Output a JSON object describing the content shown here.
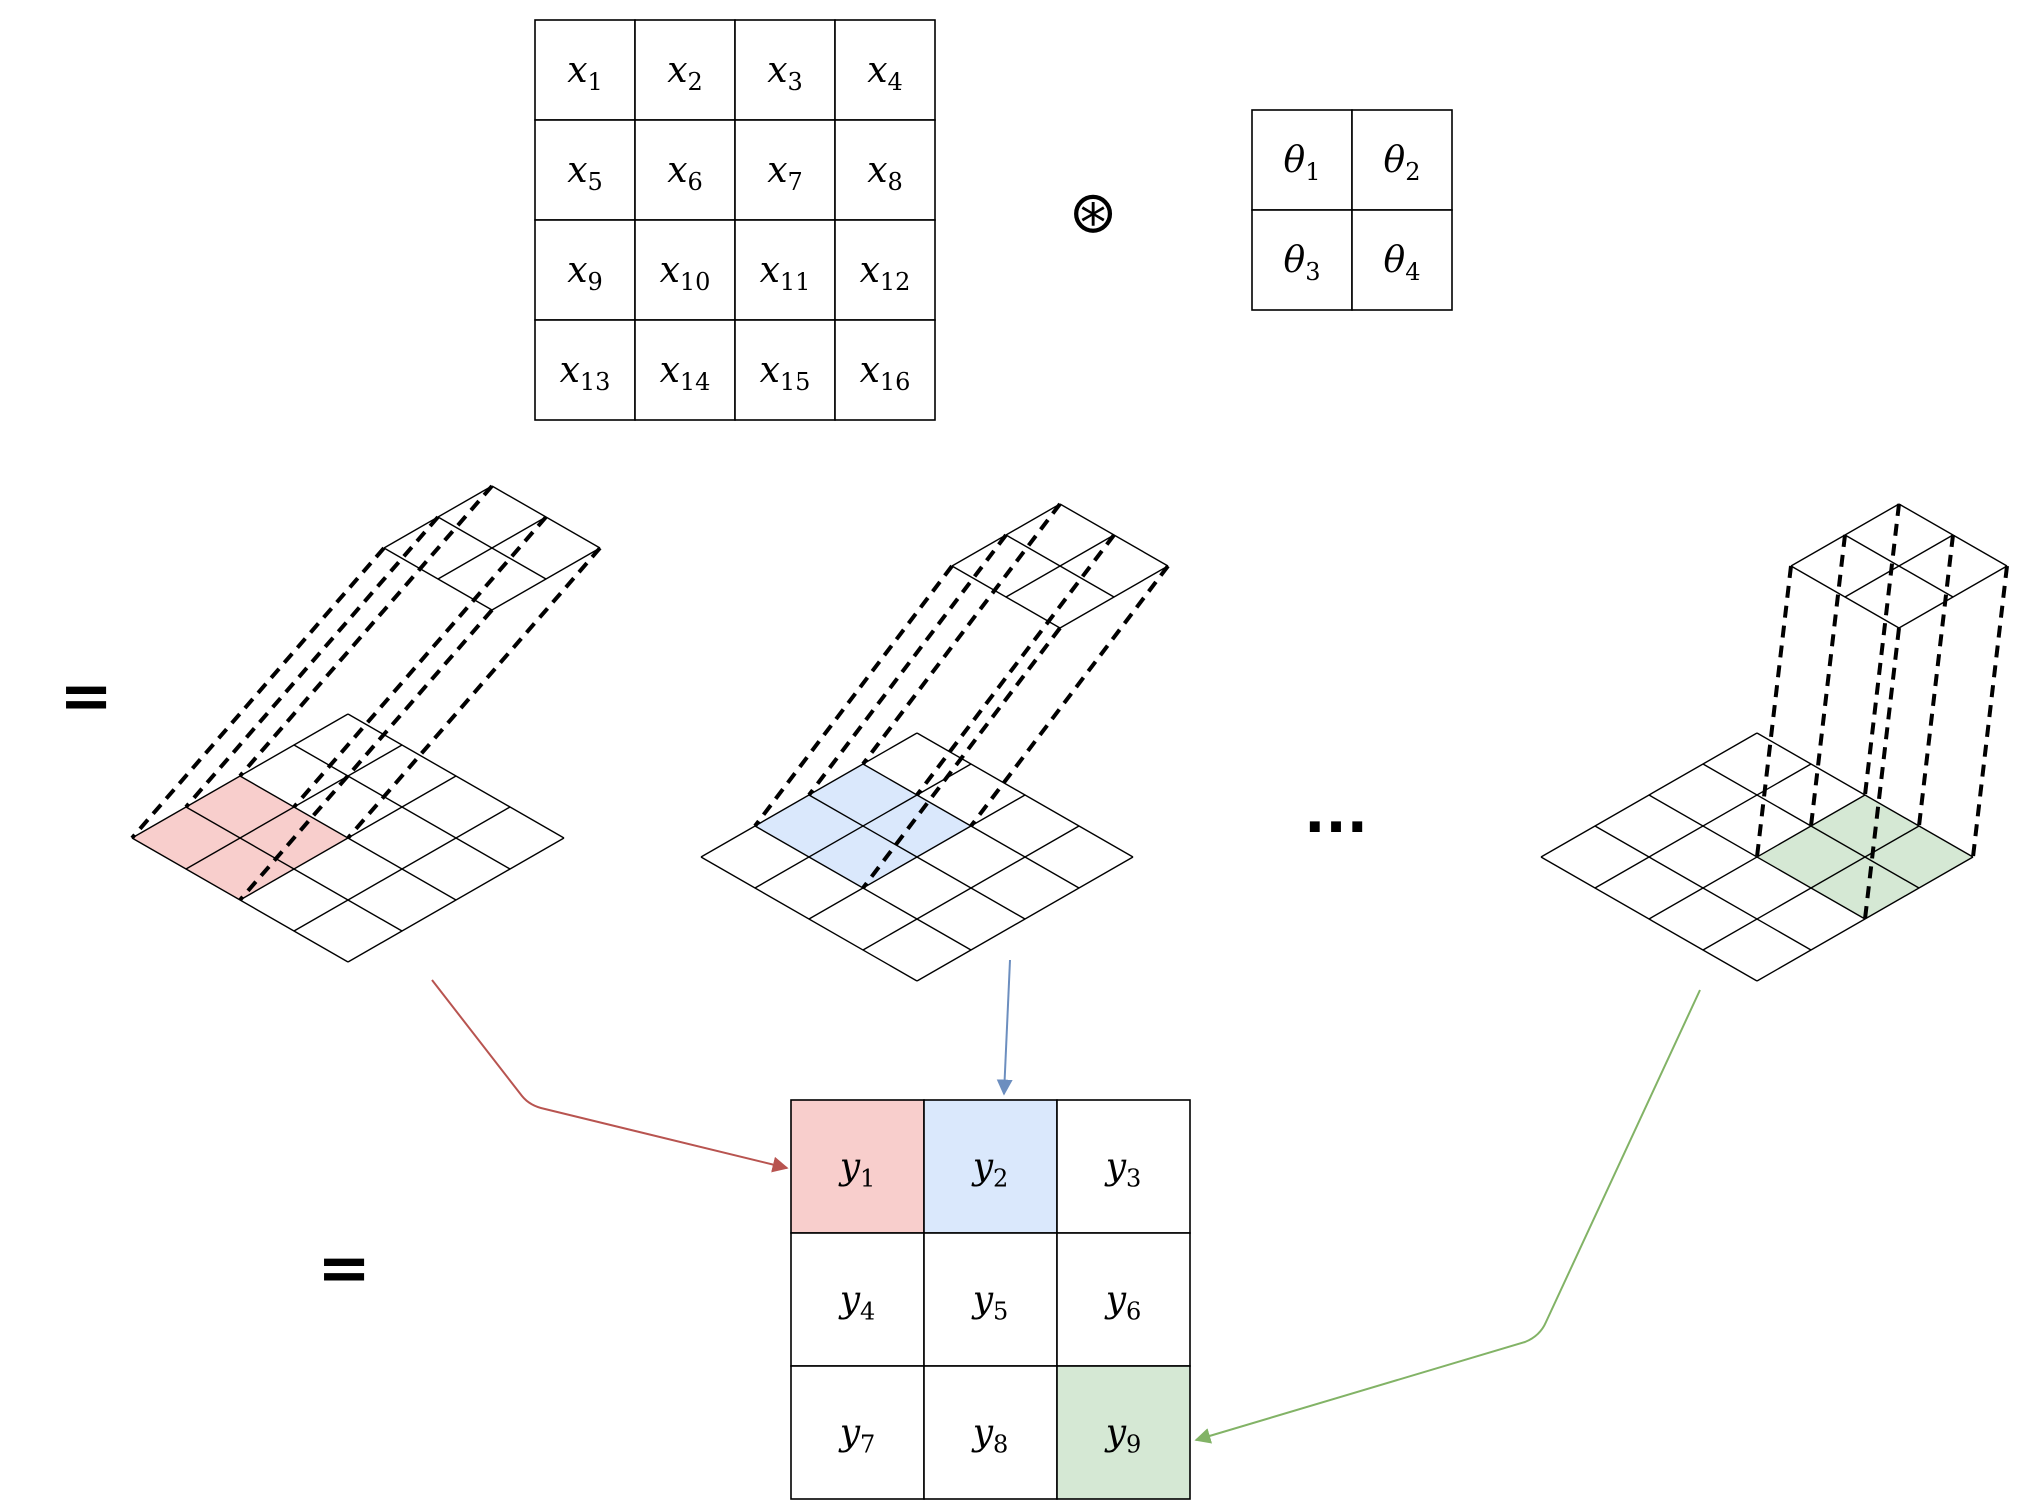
{
  "input_matrix": {
    "symbol": "x",
    "rows": [
      [
        "1",
        "2",
        "3",
        "4"
      ],
      [
        "5",
        "6",
        "7",
        "8"
      ],
      [
        "9",
        "10",
        "11",
        "12"
      ],
      [
        "13",
        "14",
        "15",
        "16"
      ]
    ]
  },
  "operator": "⊛",
  "kernel": {
    "symbol": "θ",
    "rows": [
      [
        "1",
        "2"
      ],
      [
        "3",
        "4"
      ]
    ]
  },
  "equals_sign": "=",
  "ellipsis": "...",
  "output_matrix": {
    "symbol": "y",
    "rows": [
      [
        "1",
        "2",
        "3"
      ],
      [
        "4",
        "5",
        "6"
      ],
      [
        "7",
        "8",
        "9"
      ]
    ]
  },
  "colors": {
    "red_fill": "#f8cecc",
    "red_arrow": "#b85450",
    "blue_fill": "#dae8fc",
    "blue_arrow": "#6c8ebf",
    "green_fill": "#d5e8d4",
    "green_arrow": "#82b366"
  },
  "steps": [
    {
      "output_index": 0,
      "fill": "red_fill",
      "arrow": "red_arrow"
    },
    {
      "output_index": 1,
      "fill": "blue_fill",
      "arrow": "blue_arrow"
    },
    {
      "output_index": 8,
      "fill": "green_fill",
      "arrow": "green_arrow"
    }
  ]
}
